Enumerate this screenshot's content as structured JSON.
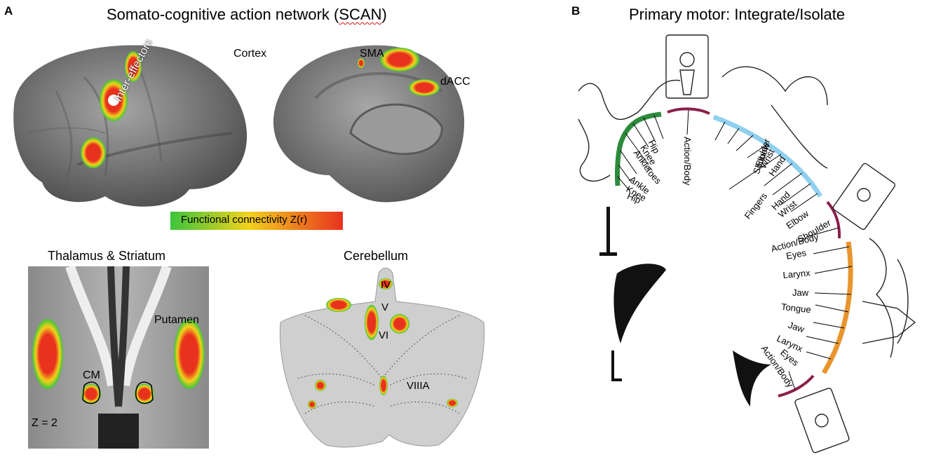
{
  "panel_a": {
    "letter": "A",
    "title_prefix": "Somato-cognitive action network (",
    "title_abbrev": "SCAN",
    "title_suffix": ")",
    "cortex_label": "Cortex",
    "inter_effectors_label": "Inter-effectors",
    "sma_label": "SMA",
    "dacc_label": "dACC",
    "colorbar_label": "Functional connectivity Z(r)",
    "thalamus_title": "Thalamus & Striatum",
    "putamen_label": "Putamen",
    "cm_label": "CM",
    "z_label": "Z = 2",
    "cerebellum_title": "Cerebellum",
    "lobule_iv": "IV",
    "lobule_v": "V",
    "lobule_vi": "VI",
    "lobule_viiia": "VIIIA"
  },
  "panel_b": {
    "letter": "B",
    "title": "Primary motor: Integrate/Isolate",
    "leg_labels": [
      "Hip",
      "Knee",
      "Ankle",
      "Toes",
      "Ankle",
      "Knee",
      "Hip"
    ],
    "action_body_label": "Action/Body",
    "arm_labels": [
      "Shoulder",
      "Elbow",
      "Wrist",
      "Hand",
      "Fingers",
      "Hand",
      "Wrist",
      "Elbow",
      "Shoulder"
    ],
    "face_labels": [
      "Eyes",
      "Larynx",
      "Jaw",
      "Tongue",
      "Jaw",
      "Larynx",
      "Eyes"
    ]
  },
  "colors": {
    "leg_arc": "#2e8b3c",
    "arm_arc": "#8fd0ee",
    "face_arc": "#e8952e",
    "action_arc": "#8b1f4a",
    "heat_red": "#e8321e",
    "heat_yellow": "#f2d21b",
    "heat_green": "#3cc43c",
    "brain_gray": "#7d7d7d"
  }
}
